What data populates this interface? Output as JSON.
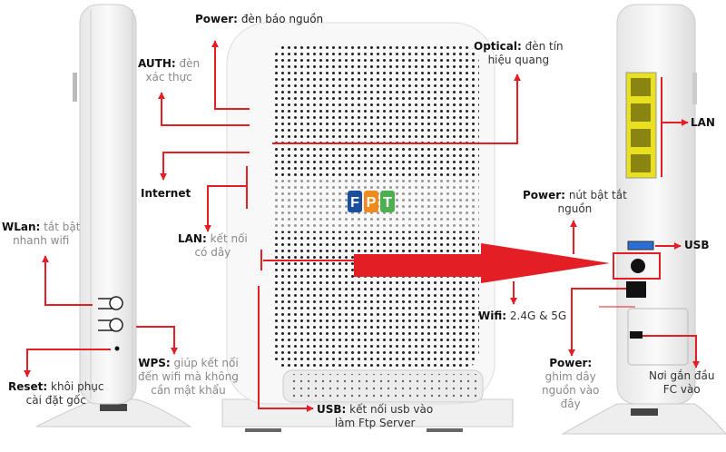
{
  "colors": {
    "accent": "#e31e24",
    "lan_port": "#e8e020",
    "usb_port": "#2a6fd6",
    "brand_blue": "#1a4fa0",
    "brand_green": "#4caf50",
    "brand_orange": "#f08a1c"
  },
  "logo": {
    "text": "FPT"
  },
  "labels": {
    "power_led": {
      "key": "Power:",
      "desc": "đèn báo nguồn"
    },
    "auth": {
      "key": "AUTH:",
      "desc1": "đèn",
      "desc2": "xác thực"
    },
    "optical": {
      "key": "Optical:",
      "desc1": "đèn tín",
      "desc2": "hiệu quang"
    },
    "internet": {
      "key": "Internet"
    },
    "wlan": {
      "key": "WLan:",
      "desc1": "tắt bật",
      "desc2": "nhanh wifi"
    },
    "lan_led": {
      "key": "LAN:",
      "desc1": "kết nối",
      "desc2": "có dây"
    },
    "lan_ports": {
      "key": "LAN"
    },
    "power_button": {
      "key": "Power:",
      "desc1": "nút bật tắt",
      "desc2": "nguồn"
    },
    "usb_port": {
      "key": "USB"
    },
    "wifi": {
      "key": "Wifi:",
      "desc": "2.4G & 5G"
    },
    "wps": {
      "key": "WPS:",
      "desc1": "giúp kết nối",
      "desc2": "đến wifi mà không",
      "desc3": "cần mật khẩu"
    },
    "reset": {
      "key": "Reset:",
      "desc1": "khôi phục",
      "desc2": "cài đặt gốc"
    },
    "usb_led": {
      "key": "USB:",
      "desc1": "kết nối usb vào",
      "desc2": "làm Ftp Server"
    },
    "power_jack": {
      "key": "Power:",
      "desc1": "ghim dây",
      "desc2": "nguồn vào",
      "desc3": "đây"
    },
    "fc": {
      "desc1": "Nơi gắn đầu",
      "desc2": "FC vào"
    }
  }
}
